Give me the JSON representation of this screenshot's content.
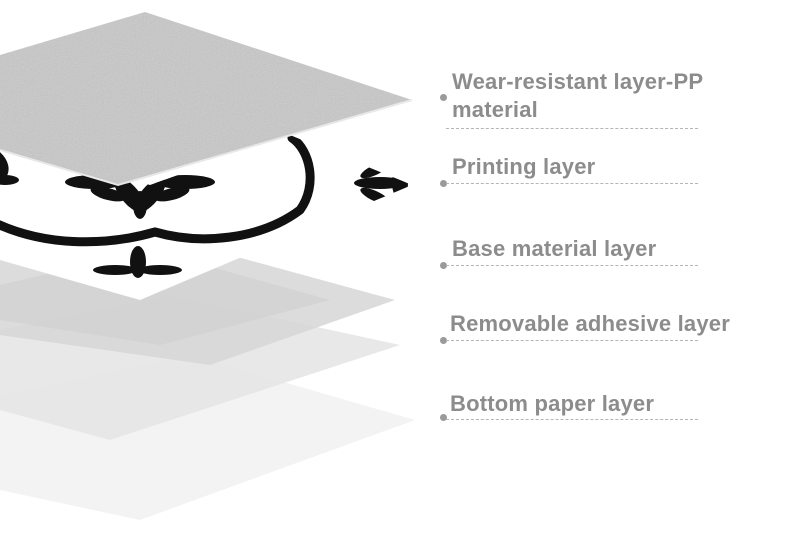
{
  "layers": [
    {
      "id": "wear",
      "label": "Wear-resistant layer-PP material",
      "line1": "Wear-resistant layer-PP",
      "line2": "material"
    },
    {
      "id": "printing",
      "label": "Printing layer"
    },
    {
      "id": "base",
      "label": "Base material layer"
    },
    {
      "id": "adhesive",
      "label": "Removable adhesive layer"
    },
    {
      "id": "paper",
      "label": "Bottom paper layer"
    }
  ],
  "colors": {
    "label_text": "#8c8c8c",
    "wear_layer": "#c9c9c9",
    "pattern": "#111111"
  },
  "icons": [
    "leader-dot-icon",
    "floral-tile-pattern-icon"
  ]
}
